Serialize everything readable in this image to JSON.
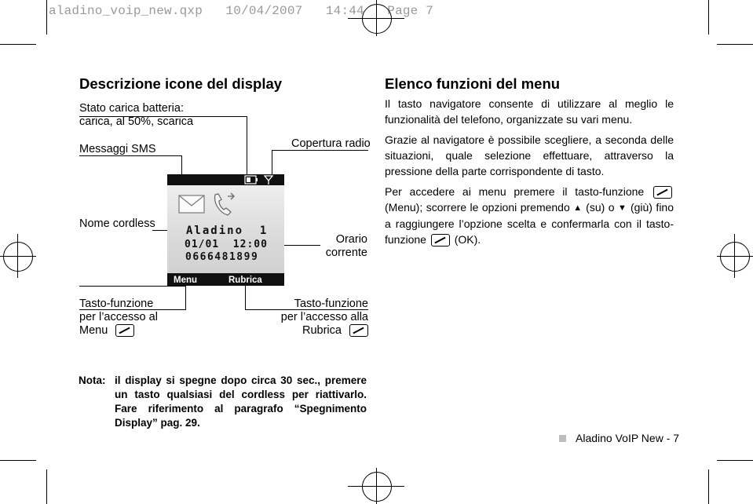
{
  "print_header": "aladino_voip_new.qxp   10/04/2007   14:44   Page 7",
  "left": {
    "title": "Descrizione icone del display",
    "battery_label": "Stato carica batteria:\ncarica, al 50%, scarica",
    "sms_label": "Messaggi SMS",
    "radio_label": "Copertura radio",
    "cordless_label": "Nome cordless",
    "clock_label": "Orario\ncorrente",
    "softkey_menu_label": "Tasto-funzione\nper l’accesso al\nMenu",
    "softkey_rubrica_label": "Tasto-funzione\nper l’accesso alla\nRubrica"
  },
  "screen": {
    "name": "Aladino  1",
    "datetime": "01/01  12:00",
    "number": "0666481899",
    "soft_left": "Menu",
    "soft_right": "Rubrica"
  },
  "right": {
    "title": "Elenco funzioni del menu",
    "p1": "Il tasto navigatore consente di utilizzare al meglio le funzionalità del telefono, organizzate su vari menu.",
    "p2": "Grazie al navigatore è possibile scegliere, a seconda delle situazioni, quale selezione effettuare, attraverso la pressione della parte corrispondente di tasto.",
    "p3_a": "Per accedere ai menu premere il tasto-funzione",
    "p3_b": "(Menu); scorrere le opzioni premendo",
    "p3_up": "▲",
    "p3_c": "(su) o",
    "p3_down": "▼",
    "p3_d": "(giù) fino a raggiungere l’opzione scelta e confermarla con il tasto-funzione",
    "p3_e": "(OK)."
  },
  "note": {
    "label": "Nota:",
    "text": "il display si spegne dopo circa 30 sec., premere un tasto qualsiasi del cordless per riattivarlo. Fare riferimento al paragrafo “Spegnimento Display” pag. 29."
  },
  "footer": {
    "page_label": "Aladino VoIP New - 7"
  }
}
